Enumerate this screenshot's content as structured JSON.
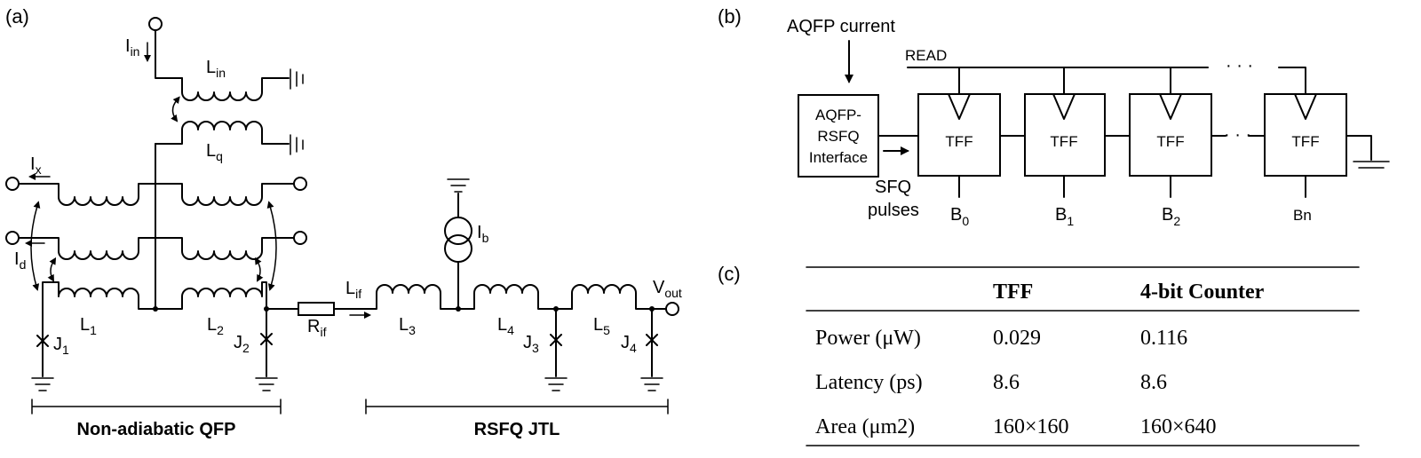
{
  "panels": {
    "a": "(a)",
    "b": "(b)",
    "c": "(c)"
  },
  "circuit_a": {
    "I_in": "I",
    "I_in_sub": "in",
    "L_in": "L",
    "L_in_sub": "in",
    "L_q": "L",
    "L_q_sub": "q",
    "I_x": "I",
    "I_x_sub": "x",
    "I_d": "I",
    "I_d_sub": "d",
    "L_1": "L",
    "L_1_sub": "1",
    "L_2": "L",
    "L_2_sub": "2",
    "J_1": "J",
    "J_1_sub": "1",
    "J_2": "J",
    "J_2_sub": "2",
    "R_if": "R",
    "R_if_sub": "if",
    "L_if": "L",
    "L_if_sub": "if",
    "L_3": "L",
    "L_3_sub": "3",
    "I_b": "I",
    "I_b_sub": "b",
    "L_4": "L",
    "L_4_sub": "4",
    "L_5": "L",
    "L_5_sub": "5",
    "J_3": "J",
    "J_3_sub": "3",
    "J_4": "J",
    "J_4_sub": "4",
    "V_out": "V",
    "V_out_sub": "out",
    "section_left": "Non-adiabatic QFP",
    "section_right": "RSFQ JTL"
  },
  "diagram_b": {
    "aqfp_current": "AQFP current",
    "read": "READ",
    "interface_line1": "AQFP-",
    "interface_line2": "RSFQ",
    "interface_line3": "Interface",
    "sfq_line1": "SFQ",
    "sfq_line2": "pulses",
    "tff": "TFF",
    "dots": "· · ·",
    "B0": "B",
    "B0_sub": "0",
    "B1": "B",
    "B1_sub": "1",
    "B2": "B",
    "B2_sub": "2",
    "Bn": "Bn"
  },
  "table_c": {
    "headers": [
      "",
      "TFF",
      "4-bit Counter"
    ],
    "rows": [
      [
        "Power (μW)",
        "0.029",
        "0.116"
      ],
      [
        "Latency (ps)",
        "8.6",
        "8.6"
      ],
      [
        "Area (μm2)",
        "160×160",
        "160×640"
      ]
    ]
  }
}
